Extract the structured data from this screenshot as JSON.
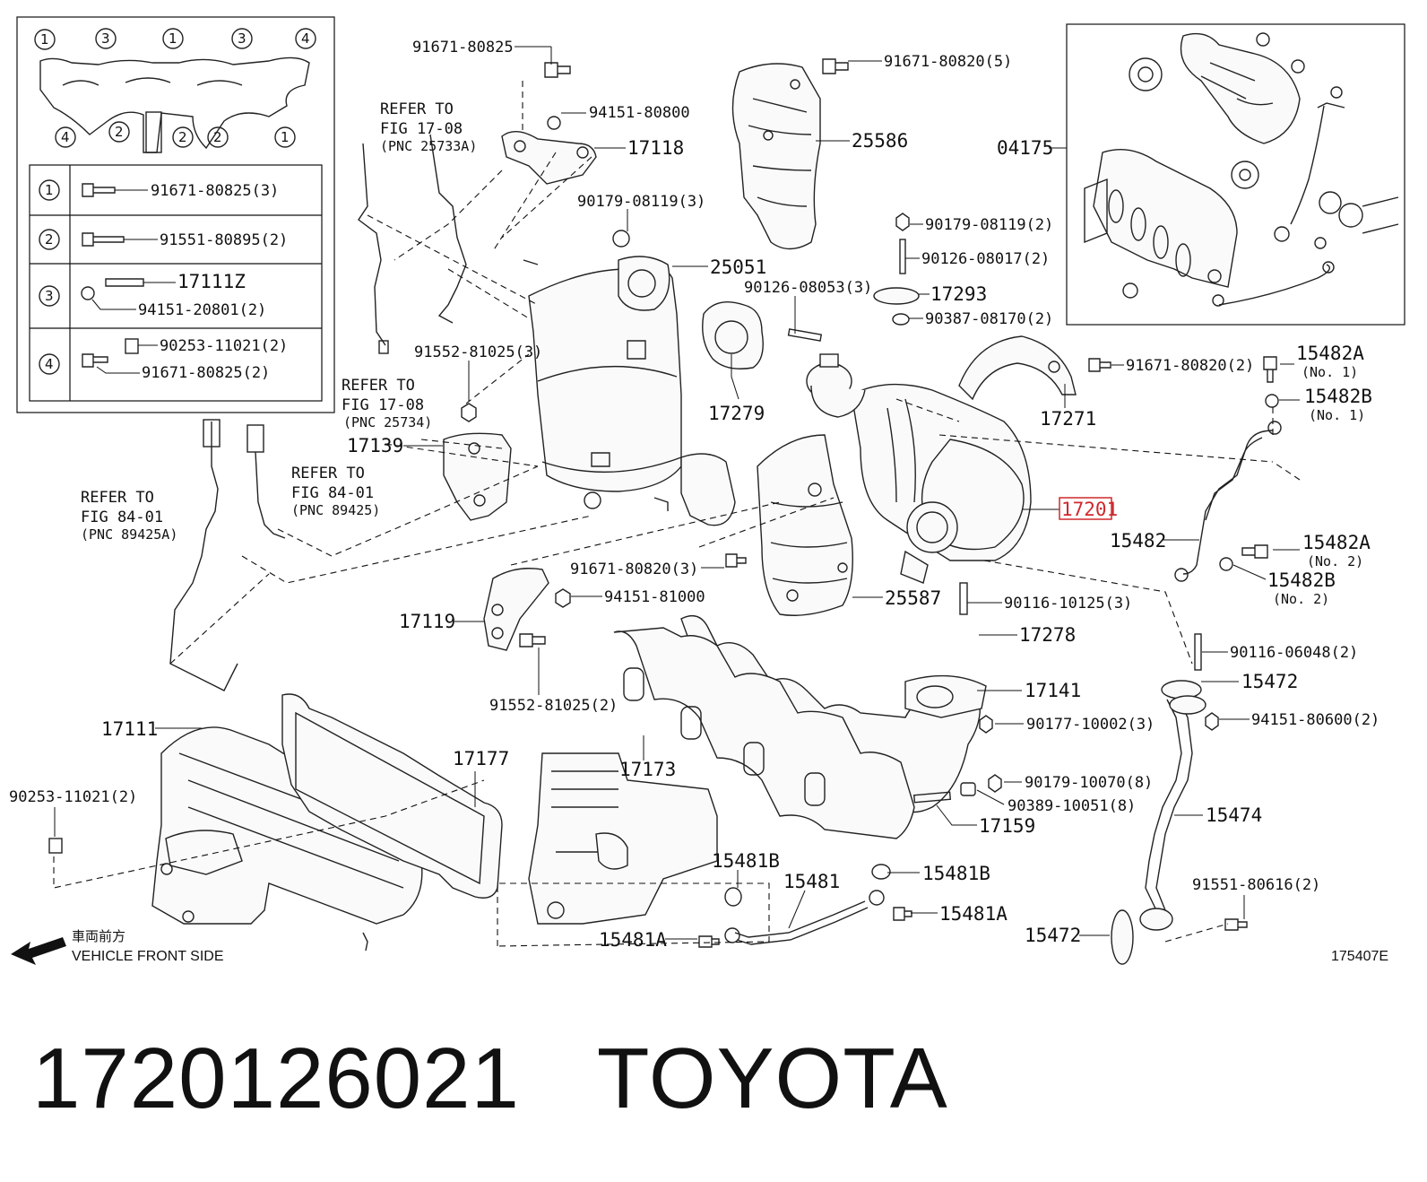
{
  "legend_box": {
    "circle_labels_top": [
      "1",
      "3",
      "1",
      "3",
      "4"
    ],
    "circle_labels_bottom": [
      "4",
      "2",
      "2",
      "2",
      "1"
    ],
    "rows": [
      {
        "num": "1",
        "parts": [
          "91671-80825(3)"
        ]
      },
      {
        "num": "2",
        "parts": [
          "91551-80895(2)"
        ]
      },
      {
        "num": "3",
        "parts": [
          "17111Z",
          "94151-20801(2)"
        ]
      },
      {
        "num": "4",
        "parts": [
          "90253-11021(2)",
          "91671-80825(2)"
        ]
      }
    ]
  },
  "references": [
    {
      "line1": "REFER TO",
      "line2": "FIG 17-08",
      "line3": "(PNC 25733A)"
    },
    {
      "line1": "REFER TO",
      "line2": "FIG 17-08",
      "line3": "(PNC 25734)"
    },
    {
      "line1": "REFER TO",
      "line2": "FIG 84-01",
      "line3": "(PNC 89425)"
    },
    {
      "line1": "REFER TO",
      "line2": "FIG 84-01",
      "line3": "(PNC 89425A)"
    }
  ],
  "labels": {
    "p91671_80825": "91671-80825",
    "p94151_80800": "94151-80800",
    "p17118": "17118",
    "p90179_08119_3": "90179-08119(3)",
    "p25051": "25051",
    "p91671_80820_5": "91671-80820(5)",
    "p25586": "25586",
    "p04175": "04175",
    "p90179_08119_2": "90179-08119(2)",
    "p90126_08017_2": "90126-08017(2)",
    "p90126_08053_3": "90126-08053(3)",
    "p17293": "17293",
    "p90387_08170_2": "90387-08170(2)",
    "p91552_81025_3": "91552-81025(3)",
    "p17279": "17279",
    "p91671_80820_2": "91671-80820(2)",
    "p15482A": "15482A",
    "p15482A_no1": "(No. 1)",
    "p15482B": "15482B",
    "p15482B_no1": "(No. 1)",
    "p17271": "17271",
    "p17139": "17139",
    "p17201": "17201",
    "p15482": "15482",
    "p15482A_2": "15482A",
    "p15482A_no2": "(No. 2)",
    "p15482B_2": "15482B",
    "p15482B_no2": "(No. 2)",
    "p91671_80820_3": "91671-80820(3)",
    "p94151_81000": "94151-81000",
    "p25587": "25587",
    "p90116_10125_3": "90116-10125(3)",
    "p17119": "17119",
    "p17278": "17278",
    "p90116_06048_2": "90116-06048(2)",
    "p91552_81025_2": "91552-81025(2)",
    "p15472_top": "15472",
    "p17141": "17141",
    "p94151_80600_2": "94151-80600(2)",
    "p90177_10002_3": "90177-10002(3)",
    "p17111": "17111",
    "p17177": "17177",
    "p17173": "17173",
    "p90179_10070_8": "90179-10070(8)",
    "p90389_10051_8": "90389-10051(8)",
    "p15474": "15474",
    "p90253_11021_2": "90253-11021(2)",
    "p17159": "17159",
    "p15481B_a": "15481B",
    "p15481": "15481",
    "p15481B_b": "15481B",
    "p91551_80616_2": "91551-80616(2)",
    "p15481A_a": "15481A",
    "p15481A_b": "15481A",
    "p15472_bottom": "15472",
    "front_jp": "車両前方",
    "front_en": "VEHICLE FRONT SIDE",
    "fig_code": "175407E"
  },
  "highlight_color": "#d0282d",
  "footer": {
    "part_number": "1720126021",
    "brand": "TOYOTA"
  }
}
